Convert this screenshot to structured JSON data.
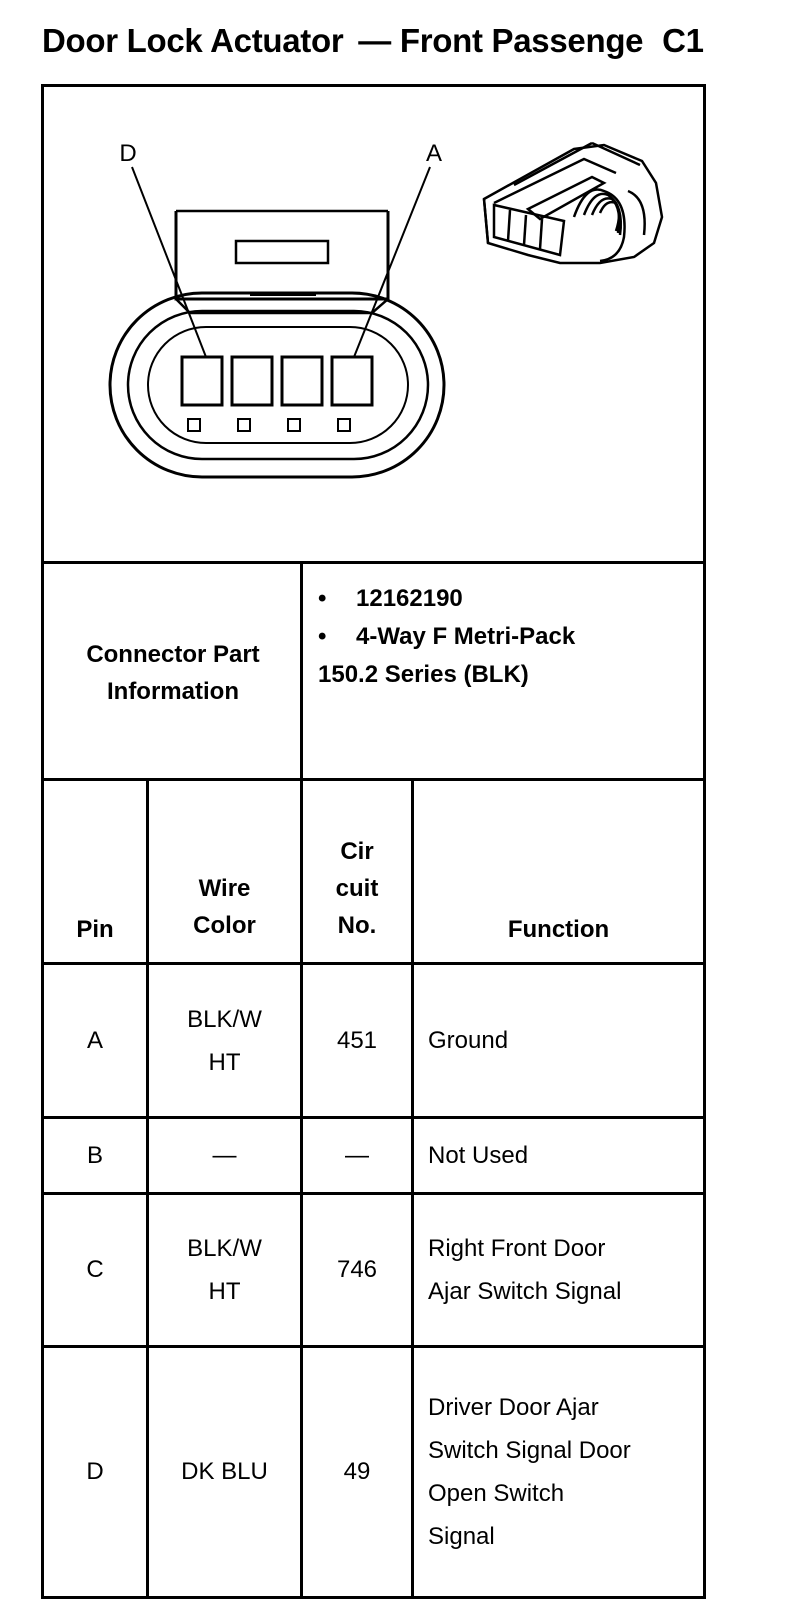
{
  "title": {
    "part1": "Door Lock Actuator",
    "dash": "—",
    "part2": "Front Passenge",
    "part3": "C1"
  },
  "diagram": {
    "pin_label_left": "D",
    "pin_label_right": "A"
  },
  "connector_info": {
    "label_line1": "Connector Part",
    "label_line2": "Information",
    "bullet": "•",
    "item1": "12162190",
    "item2": "4-Way F Metri-Pack",
    "item2_cont": "150.2 Series (BLK)"
  },
  "table": {
    "headers": {
      "pin": "Pin",
      "wire_line1": "Wire",
      "wire_line2": "Color",
      "cir_line1": "Cir",
      "cir_line2": "cuit",
      "cir_line3": "No.",
      "function": "Function"
    },
    "rows": [
      {
        "pin": "A",
        "wire_line1": "BLK/W",
        "wire_line2": "HT",
        "circuit": "451",
        "function_lines": [
          "Ground"
        ]
      },
      {
        "pin": "B",
        "wire_line1": "—",
        "wire_line2": "",
        "circuit": "—",
        "function_lines": [
          "Not Used"
        ]
      },
      {
        "pin": "C",
        "wire_line1": "BLK/W",
        "wire_line2": "HT",
        "circuit": "746",
        "function_lines": [
          "Right Front Door",
          "Ajar Switch Signal"
        ]
      },
      {
        "pin": "D",
        "wire_line1": "DK BLU",
        "wire_line2": "",
        "circuit": "49",
        "function_lines": [
          "Driver Door Ajar",
          "Switch Signal Door",
          "Open Switch",
          "Signal"
        ]
      }
    ]
  }
}
